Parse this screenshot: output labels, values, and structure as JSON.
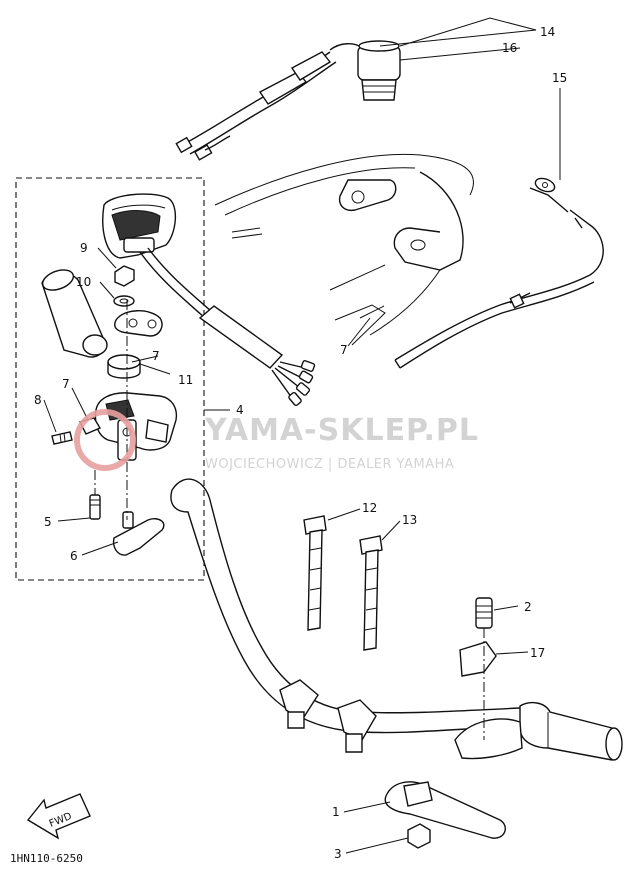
{
  "diagram": {
    "part_code": "1HN110-6250",
    "fwd_label": "FWD",
    "watermark_main": "YAMA-SKLEP.PL",
    "watermark_sub": "WOJCIECHOWICZ | DEALER YAMAHA",
    "callouts": {
      "c1": "1",
      "c2": "2",
      "c3": "3",
      "c4": "4",
      "c5": "5",
      "c6": "6",
      "c7": "7",
      "c7b": "7",
      "c8": "8",
      "c9": "9",
      "c10": "10",
      "c11": "11",
      "c12": "12",
      "c13": "13",
      "c14": "14",
      "c15": "15",
      "c16": "16",
      "c17": "17"
    }
  },
  "colors": {
    "line": "#111111",
    "watermark": "#cfcfcf",
    "logo_red": "#e8a0a0"
  }
}
